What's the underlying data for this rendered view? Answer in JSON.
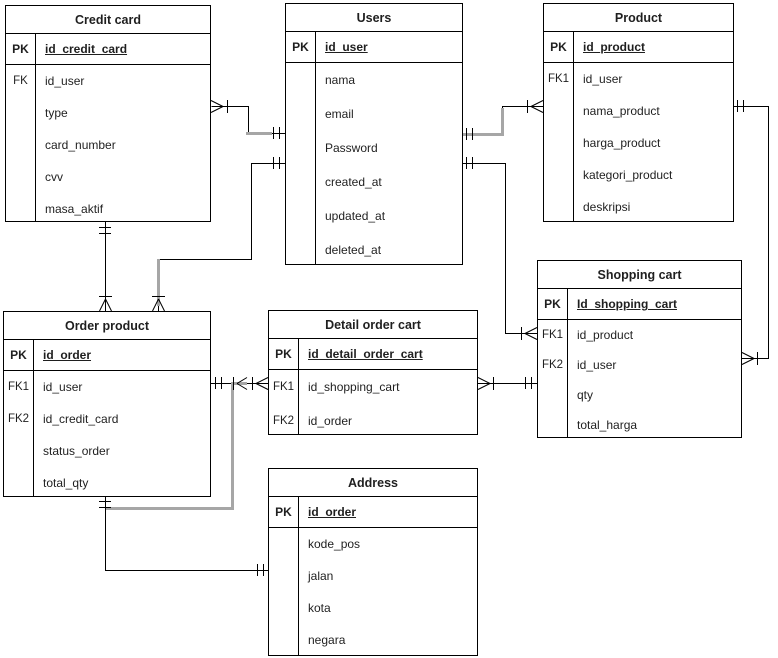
{
  "colors": {
    "background": "#ffffff",
    "line": "#000000",
    "selected_line": "#a6a6a6",
    "table_border": "#000000",
    "text": "#1f1f1f"
  },
  "tables": {
    "credit_card": {
      "title": "Credit card",
      "pk": {
        "key": "PK",
        "field": "id_credit_card"
      },
      "rows": [
        {
          "key": "FK",
          "field": "id_user"
        },
        {
          "key": "",
          "field": "type"
        },
        {
          "key": "",
          "field": "card_number"
        },
        {
          "key": "",
          "field": "cvv"
        },
        {
          "key": "",
          "field": "masa_aktif"
        }
      ]
    },
    "users": {
      "title": "Users",
      "pk": {
        "key": "PK",
        "field": "id_user"
      },
      "rows": [
        {
          "key": "",
          "field": "nama"
        },
        {
          "key": "",
          "field": "email"
        },
        {
          "key": "",
          "field": "Password"
        },
        {
          "key": "",
          "field": "created_at"
        },
        {
          "key": "",
          "field": "updated_at"
        },
        {
          "key": "",
          "field": "deleted_at"
        }
      ]
    },
    "product": {
      "title": "Product",
      "pk": {
        "key": "PK",
        "field": "id_product"
      },
      "rows": [
        {
          "key": "FK1",
          "field": "id_user"
        },
        {
          "key": "",
          "field": "nama_product"
        },
        {
          "key": "",
          "field": "harga_product"
        },
        {
          "key": "",
          "field": "kategori_product"
        },
        {
          "key": "",
          "field": "deskripsi"
        }
      ]
    },
    "shopping_cart": {
      "title": "Shopping cart",
      "pk": {
        "key": "PK",
        "field": "Id_shopping_cart"
      },
      "rows": [
        {
          "key": "FK1",
          "field": "id_product"
        },
        {
          "key": "FK2",
          "field": "id_user"
        },
        {
          "key": "",
          "field": "qty"
        },
        {
          "key": "",
          "field": "total_harga"
        }
      ]
    },
    "order_product": {
      "title": "Order product",
      "pk": {
        "key": "PK",
        "field": "id_order"
      },
      "rows": [
        {
          "key": "FK1",
          "field": "id_user"
        },
        {
          "key": "FK2",
          "field": "id_credit_card"
        },
        {
          "key": "",
          "field": "status_order"
        },
        {
          "key": "",
          "field": "total_qty"
        }
      ]
    },
    "detail_order_cart": {
      "title": "Detail order cart",
      "pk": {
        "key": "PK",
        "field": "id_detail_order_cart"
      },
      "rows": [
        {
          "key": "FK1",
          "field": "id_shopping_cart"
        },
        {
          "key": "FK2",
          "field": "id_order"
        }
      ]
    },
    "address": {
      "title": "Address",
      "pk": {
        "key": "PK",
        "field": "id_order"
      },
      "rows": [
        {
          "key": "",
          "field": "kode_pos"
        },
        {
          "key": "",
          "field": "jalan"
        },
        {
          "key": "",
          "field": "kota"
        },
        {
          "key": "",
          "field": "negara"
        }
      ]
    }
  },
  "relationships": [
    {
      "from": "Users",
      "to": "Credit card",
      "cardinality": "one-to-many"
    },
    {
      "from": "Users",
      "to": "Product",
      "cardinality": "one-to-many"
    },
    {
      "from": "Users",
      "to": "Shopping cart",
      "cardinality": "one-to-many"
    },
    {
      "from": "Product",
      "to": "Shopping cart",
      "cardinality": "one-to-many"
    },
    {
      "from": "Users",
      "to": "Order product",
      "cardinality": "one-to-many"
    },
    {
      "from": "Credit card",
      "to": "Order product",
      "cardinality": "one-to-many"
    },
    {
      "from": "Order product",
      "to": "Detail order cart",
      "cardinality": "one-to-many"
    },
    {
      "from": "Shopping cart",
      "to": "Detail order cart",
      "cardinality": "one-to-many"
    },
    {
      "from": "Order product",
      "to": "Address",
      "cardinality": "one-to-one"
    }
  ]
}
